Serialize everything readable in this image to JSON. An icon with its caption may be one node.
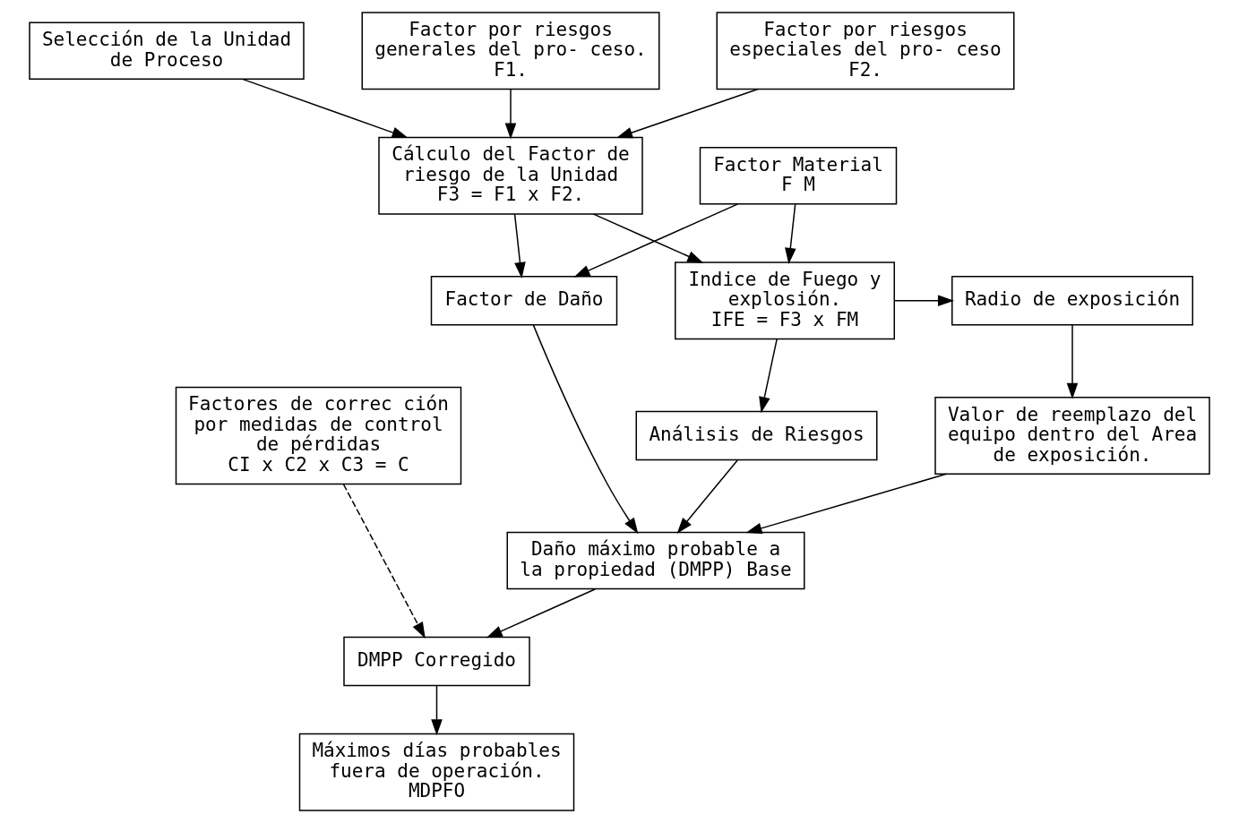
{
  "diagram": {
    "nodes": [
      {
        "text": [
          "Selección de la Unidad de Proceso"
        ]
      },
      {
        "text": [
          "Factor por riesgos generales del pro- ceso. F1."
        ]
      },
      {
        "text": [
          "Factor por riesgos especiales del pro- ceso F2."
        ]
      },
      {
        "text": [
          "Cálculo del Factor de riesgo de la Unidad",
          "F3 = F1 x F2."
        ]
      },
      {
        "text": [
          "Factor Material",
          "F M"
        ]
      },
      {
        "text": [
          "Factor de Daño"
        ]
      },
      {
        "text": [
          "Indice de Fuego y explosión.",
          "IFE = F3 x FM"
        ]
      },
      {
        "text": [
          "Radio de exposición"
        ]
      },
      {
        "text": [
          "Análisis de Riesgos"
        ]
      },
      {
        "text": [
          "Valor de reemplazo del equipo dentro del Area de exposición."
        ]
      },
      {
        "text": [
          "Factores de correc ción por medidas de control de pérdidas",
          "CI x C2 x C3 = C"
        ]
      },
      {
        "text": [
          "Daño máximo probable a la propiedad (DMPP) Base"
        ]
      },
      {
        "text": [
          "DMPP Corregido"
        ]
      },
      {
        "text": [
          "Máximos días probables fuera de operación.",
          "MDPFO"
        ]
      }
    ],
    "edges": [
      {
        "from": 0,
        "to": 3,
        "arrow": "to"
      },
      {
        "from": 1,
        "to": 3,
        "arrow": "to"
      },
      {
        "from": 2,
        "to": 3,
        "arrow": "to"
      },
      {
        "from": 3,
        "to": 5,
        "arrow": "to"
      },
      {
        "from": 4,
        "to": 5,
        "arrow": "to"
      },
      {
        "from": 4,
        "to": 6,
        "arrow": "to"
      },
      {
        "from": 3,
        "to": 6,
        "arrow": "to"
      },
      {
        "from": 6,
        "to": 7,
        "arrow": "to"
      },
      {
        "from": 6,
        "to": 8,
        "arrow": "to"
      },
      {
        "from": 7,
        "to": 9,
        "arrow": "to"
      },
      {
        "from": 8,
        "to": 11,
        "arrow": "to"
      },
      {
        "from": 5,
        "to": 11,
        "arrow": "to"
      },
      {
        "from": 9,
        "to": 11,
        "arrow": "to"
      },
      {
        "from": 11,
        "to": 12,
        "arrow": "to"
      },
      {
        "from": 10,
        "to": 12,
        "arrow": "to",
        "style": "dashed"
      },
      {
        "from": 12,
        "to": 13,
        "arrow": "to"
      }
    ]
  }
}
